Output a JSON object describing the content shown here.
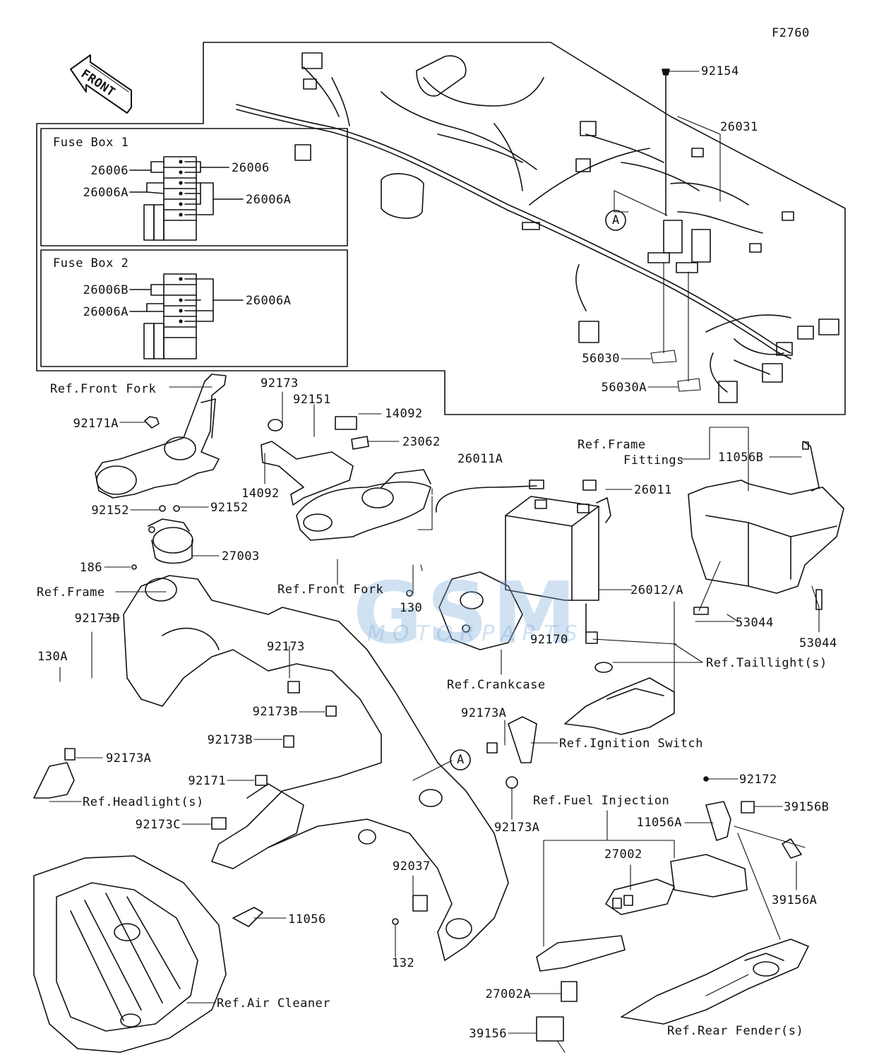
{
  "figure_code": "F2760",
  "front_arrow": "FRONT",
  "fuse_box_1": {
    "title": "Fuse Box 1",
    "labels": [
      "26006",
      "26006",
      "26006A",
      "26006A"
    ]
  },
  "fuse_box_2": {
    "title": "Fuse Box 2",
    "labels": [
      "26006B",
      "26006A",
      "26006A"
    ]
  },
  "callout_ref": "A",
  "watermark": {
    "main": "GSM",
    "sub": "MOTORPARTS"
  },
  "part_labels": {
    "p92154": "92154",
    "p26031": "26031",
    "p56030": "56030",
    "p56030A": "56030A",
    "p92173_top": "92173",
    "p92151": "92151",
    "p14092_top": "14092",
    "p23062": "23062",
    "p14092": "14092",
    "p92171A": "92171A",
    "p92152a": "92152",
    "p92152b": "92152",
    "p186": "186",
    "p27003": "27003",
    "p26011A": "26011A",
    "p26011": "26011",
    "p26012A": "26012/A",
    "p130": "130",
    "p11056B": "11056B",
    "p53044a": "53044",
    "p53044b": "53044",
    "p92170": "92170",
    "p92173D": "92173D",
    "p130A": "130A",
    "p92173_mid": "92173",
    "p92173B_1": "92173B",
    "p92173B_2": "92173B",
    "p92173A_left": "92173A",
    "p92171": "92171",
    "p92173C": "92173C",
    "p92173A_right": "92173A",
    "p92173A_bottom": "92173A",
    "p92172": "92172",
    "p39156B": "39156B",
    "p11056A": "11056A",
    "p27002": "27002",
    "p39156A": "39156A",
    "p92037": "92037",
    "p132": "132",
    "p11056": "11056",
    "p27002A": "27002A",
    "p39156": "39156"
  },
  "reference_labels": {
    "front_fork_top": "Ref.Front Fork",
    "front_fork_mid": "Ref.Front Fork",
    "frame": "Ref.Frame",
    "frame_fittings_1": "Ref.Frame",
    "frame_fittings_2": "Fittings",
    "crankcase": "Ref.Crankcase",
    "taillight": "Ref.Taillight(s)",
    "ignition_switch": "Ref.Ignition Switch",
    "headlight": "Ref.Headlight(s)",
    "fuel_injection": "Ref.Fuel Injection",
    "air_cleaner": "Ref.Air Cleaner",
    "rear_fender": "Ref.Rear Fender(s)"
  }
}
